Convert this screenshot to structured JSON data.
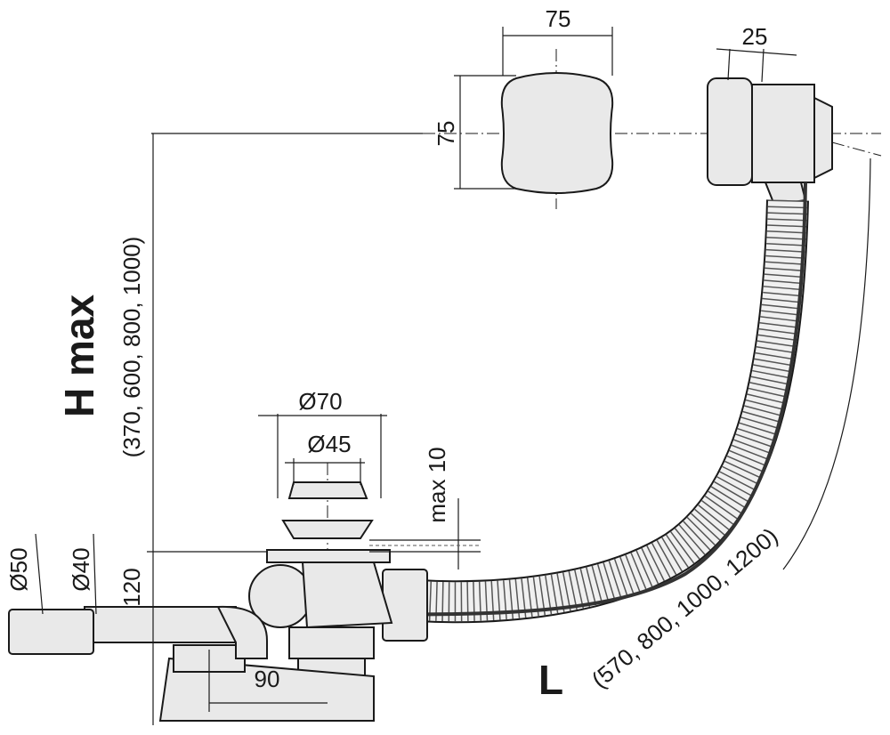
{
  "cover": {
    "width_label": "75",
    "height_label": "75"
  },
  "overflow": {
    "depth_label": "25"
  },
  "height": {
    "title": "H max",
    "options": "(370, 600, 800, 1000)",
    "drain_height": "120"
  },
  "waste": {
    "outer_diameter": "Ø70",
    "inner_diameter": "Ø45",
    "max_label": "max 10"
  },
  "outlet": {
    "outer_diameter": "Ø50",
    "inner_diameter": "Ø40",
    "offset_label": "90"
  },
  "length": {
    "title": "L",
    "options": "(570, 800, 1000, 1200)"
  }
}
